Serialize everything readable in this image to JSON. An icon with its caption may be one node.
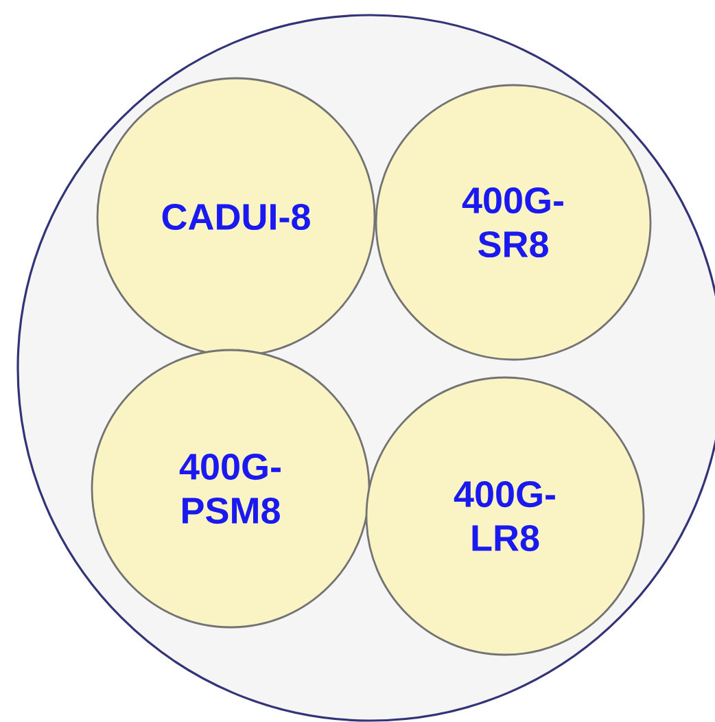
{
  "diagram": {
    "nodes": [
      {
        "text": [],
        "shape": "circle"
      },
      {
        "text": [
          "CADUI-8"
        ],
        "in": 0
      },
      {
        "text": [
          "400G-SR8"
        ],
        "in": 0
      },
      {
        "text": [
          "400G-PSM8"
        ],
        "in": 0
      },
      {
        "text": [
          "400G-LR8"
        ],
        "in": 0
      }
    ]
  }
}
